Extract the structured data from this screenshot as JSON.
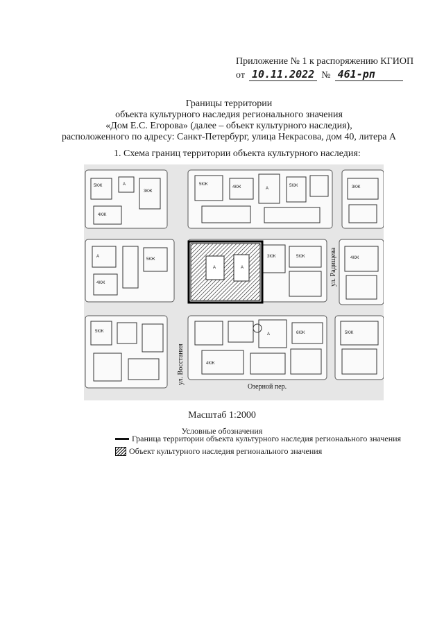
{
  "appendix": {
    "title": "Приложение № 1 к распоряжению КГИОП",
    "date_prefix": "от",
    "date": "10.11.2022",
    "number_prefix": "№",
    "number": "461-рп"
  },
  "heading": {
    "line1": "Границы территории",
    "line2": "объекта культурного наследия регионального значения",
    "line3": "«Дом Е.С. Егорова» (далее – объект культурного наследия),",
    "line4": "расположенного по адресу: Санкт-Петербург, улица Некрасова, дом 40, литера А"
  },
  "scheme_heading": "1.   Схема границ территории объекта культурного наследия:",
  "map": {
    "streets": {
      "vosstaniya": "ул. Восстания",
      "radishcheva": "ул. Радищева",
      "ozerny": "Озерной пер."
    },
    "labels": {
      "l1": "5КЖ",
      "l2": "3КЖ",
      "l3": "4КЖ",
      "l4": "А",
      "l5": "5КЖ",
      "l6": "4КЖ",
      "l7": "А",
      "l8": "5КЖ",
      "l9": "3КЖ",
      "l10": "А",
      "l11": "5КЖ",
      "l12": "4КЖ",
      "l13": "А",
      "l14": "3КЖ",
      "l15": "5КЖ",
      "l16": "А",
      "l17": "4КЖ",
      "l18": "5КЖ",
      "l19": "А",
      "l20": "6КЖ",
      "l21": "4КЖ",
      "l22": "5КЖ"
    }
  },
  "scale": "Масштаб 1:2000",
  "legend": {
    "title": "Условные обозначения",
    "item1": "Граница территории объекта культурного наследия регионального значения",
    "item2": "Объект культурного наследия регионального значения"
  }
}
